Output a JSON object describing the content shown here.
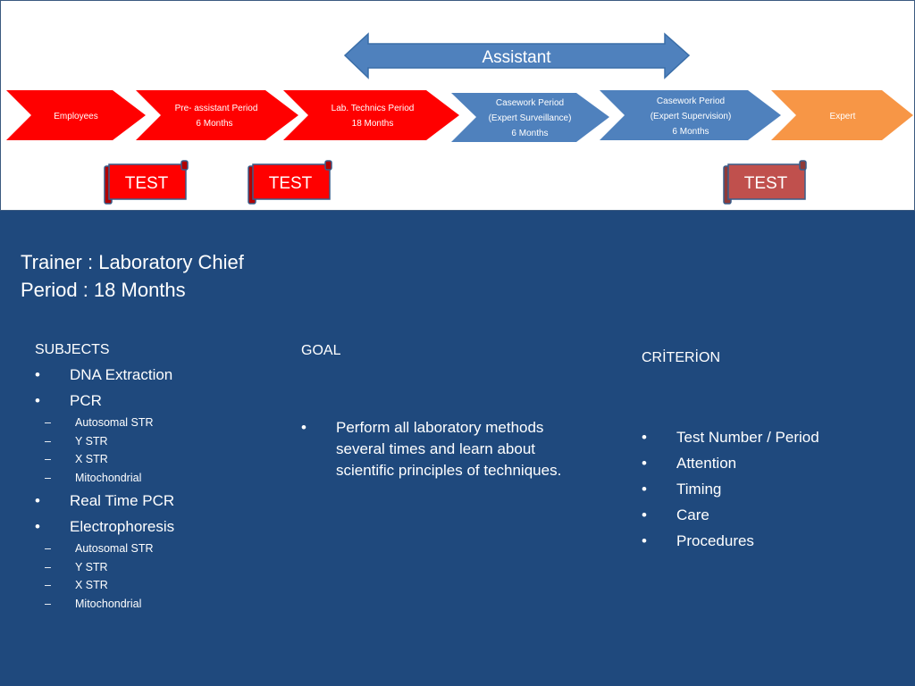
{
  "diagram": {
    "assistant_label": "Assistant",
    "stages": [
      {
        "line1": "Employees",
        "line2": "",
        "line3": "",
        "color": "#ff0000"
      },
      {
        "line1": "Pre- assistant Period",
        "line2": "6 Months",
        "line3": "",
        "color": "#ff0000"
      },
      {
        "line1": "Lab. Technics Period",
        "line2": "18 Months",
        "line3": "",
        "color": "#ff0000"
      },
      {
        "line1": "Casework Period",
        "line2": "(Expert Surveillance)",
        "line3": "6  Months",
        "color": "#4f81bd"
      },
      {
        "line1": "Casework Period",
        "line2": "(Expert Supervision)",
        "line3": "6 Months",
        "color": "#4f81bd"
      },
      {
        "line1": "Expert",
        "line2": "",
        "line3": "",
        "color": "#f79646"
      }
    ],
    "tests": [
      {
        "label": "TEST",
        "color": "#ff0000"
      },
      {
        "label": "TEST",
        "color": "#ff0000"
      },
      {
        "label": "TEST",
        "color": "#c0504d"
      }
    ]
  },
  "info": {
    "trainer_line": "Trainer : Laboratory Chief",
    "period_line": "Period  : 18 Months"
  },
  "subjects": {
    "heading": "SUBJECTS",
    "dna": "DNA Extraction",
    "pcr": "PCR",
    "pcr_items": [
      "Autosomal STR",
      "Y STR",
      "X STR",
      "Mitochondrial"
    ],
    "rtpcr": "Real Time PCR",
    "electro": "Electrophoresis",
    "electro_items": [
      "Autosomal STR",
      "Y STR",
      "X STR",
      "Mitochondrial"
    ]
  },
  "goal": {
    "heading": "GOAL",
    "text": "Perform all laboratory methods several times and learn about scientific principles of techniques."
  },
  "criterion": {
    "heading": "CRİTERİON",
    "items": [
      "Test Number / Period",
      "Attention",
      "Timing",
      "Care",
      "Procedures"
    ]
  },
  "colors": {
    "background": "#1f497d",
    "red": "#ff0000",
    "blue": "#4f81bd",
    "orange": "#f79646",
    "muted_red": "#c0504d"
  }
}
